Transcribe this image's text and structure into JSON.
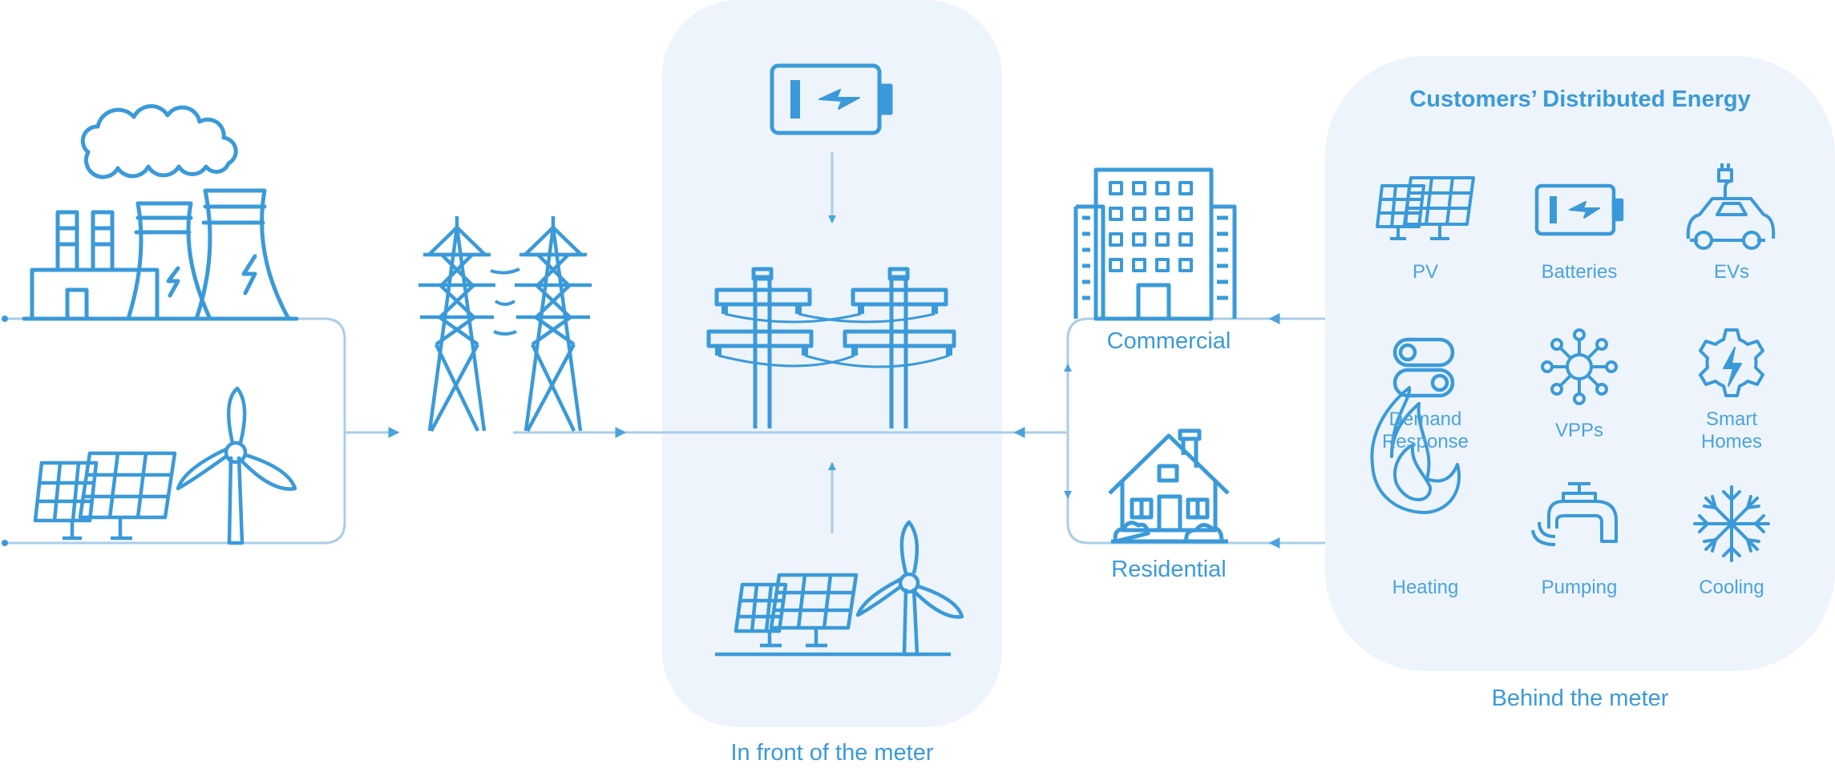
{
  "panels": {
    "front_meter_label": "In front of the meter",
    "behind_meter_label": "Behind the meter",
    "customers_title": "Customers’ Distributed Energy"
  },
  "consumers": {
    "commercial": "Commercial",
    "residential": "Residential"
  },
  "der_items": [
    {
      "label": "PV",
      "icon": "solar-panel-icon"
    },
    {
      "label": "Batteries",
      "icon": "battery-icon"
    },
    {
      "label": "EVs",
      "icon": "electric-car-icon"
    },
    {
      "label": "Demand\nResponse",
      "icon": "toggle-switch-icon"
    },
    {
      "label": "VPPs",
      "icon": "network-hub-icon"
    },
    {
      "label": "Smart\nHomes",
      "icon": "gear-bolt-icon"
    },
    {
      "label": "Heating",
      "icon": "flame-icon"
    },
    {
      "label": "Pumping",
      "icon": "faucet-icon"
    },
    {
      "label": "Cooling",
      "icon": "snowflake-icon"
    }
  ],
  "colors": {
    "stroke": "#3a9ad9",
    "light_stroke": "#a9cde9",
    "panel_fill": "#eef4fb"
  }
}
